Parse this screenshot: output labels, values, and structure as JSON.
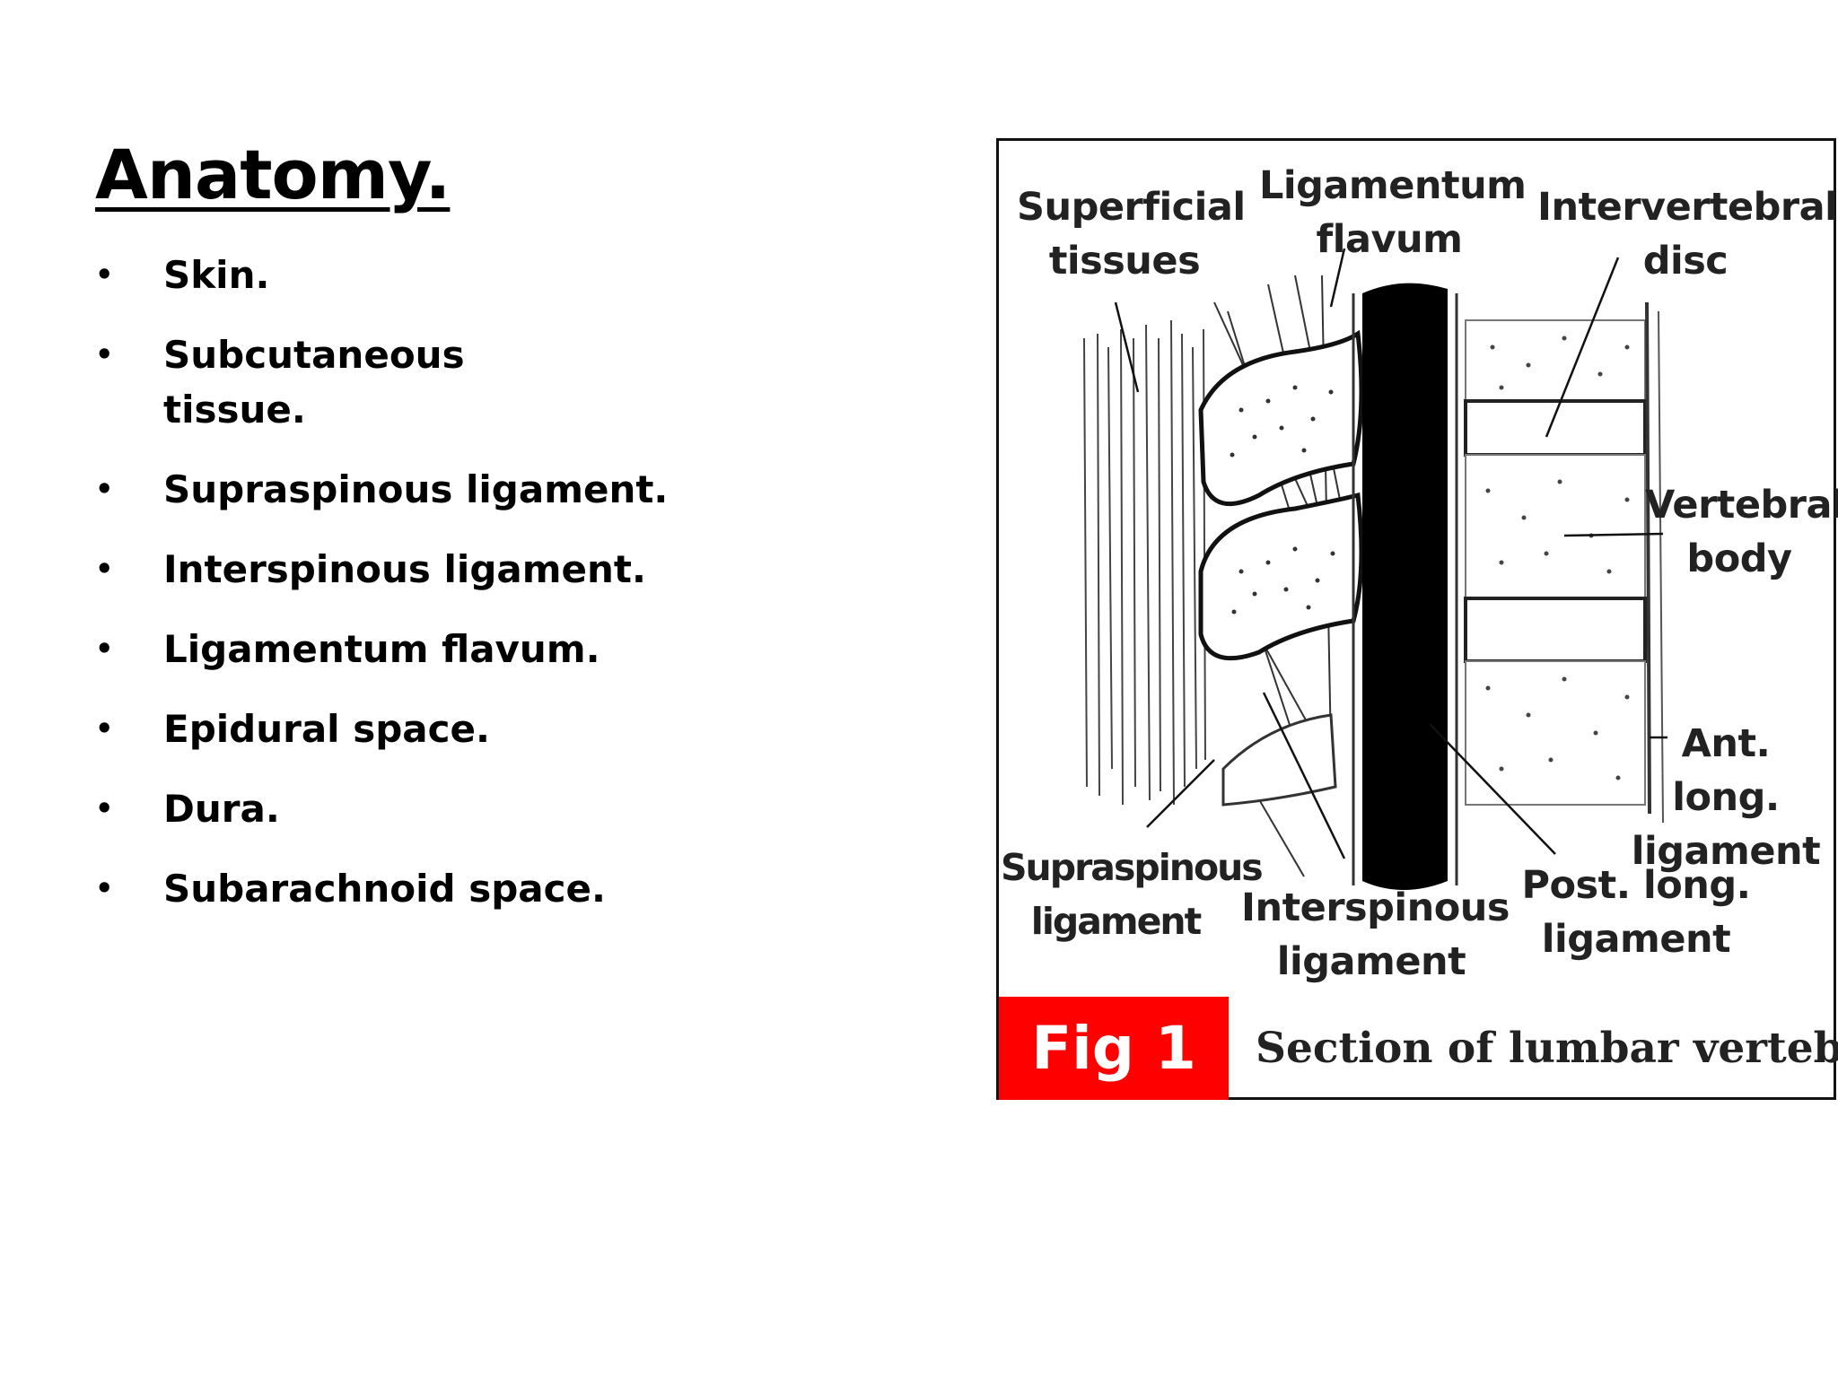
{
  "slide": {
    "title": "Anatomy.",
    "bullet_marker": "•",
    "bullets": [
      "Skin.",
      "Subcutaneous\ntissue.",
      "Supraspinous ligament.",
      "Interspinous ligament.",
      "Ligamentum flavum.",
      "Epidural space.",
      "Dura.",
      "Subarachnoid space."
    ]
  },
  "figure": {
    "labels": {
      "superficial_tissues": "Superficial\ntissues",
      "ligamentum_flavum": "Ligamentum\nflavum",
      "intervertebral_disc": "Intervertebral\ndisc",
      "vertebral_body": "Vertebral\nbody",
      "ant_long_ligament": "Ant. long.\nligament",
      "supraspinous_ligament": "Supraspinous\nligament",
      "interspinous_ligament": "Interspinous\nligament",
      "post_long_ligament": "Post. long.\nligament"
    },
    "caption_badge": "Fig 1",
    "caption_text": "Section of lumbar vertebrae",
    "badge_color": "#ff0000"
  }
}
